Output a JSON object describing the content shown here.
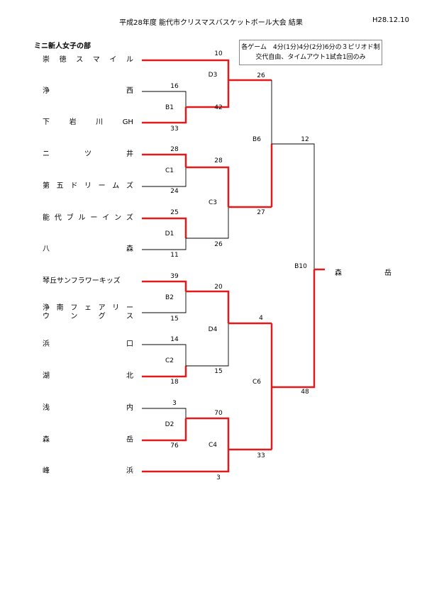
{
  "header": {
    "title": "平成28年度 能代市クリスマスバスケットボール大会 結果",
    "date": "H28.12.10"
  },
  "division": "ミニ新人女子の部",
  "rules": {
    "line1": "各ゲーム　4分(1分)4分(2分)6分の３ピリオド制",
    "line2": "交代自由、タイムアウト1試合1回のみ"
  },
  "teams": [
    {
      "chars": [
        "崇",
        "徳",
        "ス",
        "マ",
        "イ",
        "ル"
      ]
    },
    {
      "chars": [
        "浄",
        "西"
      ]
    },
    {
      "chars": [
        "下",
        "岩",
        "川",
        "GH"
      ]
    },
    {
      "chars": [
        "ニ",
        "ツ",
        "井"
      ]
    },
    {
      "chars": [
        "第",
        "五",
        "ド",
        "リ",
        "ー",
        "ム",
        "ズ"
      ]
    },
    {
      "chars": [
        "能",
        "代",
        "ブ",
        "ル",
        "ー",
        "イ",
        "ン",
        "ズ"
      ]
    },
    {
      "chars": [
        "八",
        "森"
      ]
    },
    {
      "chars": [
        "琴丘サンフラワーキッズ"
      ]
    },
    {
      "chars": [
        "浄",
        "南",
        "フ",
        "ェ",
        "ア",
        "リ",
        "ー"
      ],
      "chars2": [
        "ウ",
        "ン",
        "グ",
        "ス"
      ]
    },
    {
      "chars": [
        "浜",
        "口"
      ]
    },
    {
      "chars": [
        "湖",
        "北"
      ]
    },
    {
      "chars": [
        "浅",
        "内"
      ]
    },
    {
      "chars": [
        "森",
        "岳"
      ]
    },
    {
      "chars": [
        "峰",
        "浜"
      ]
    }
  ],
  "winner": {
    "chars": [
      "森",
      "岳"
    ]
  },
  "games": [
    "D3",
    "B1",
    "C1",
    "D1",
    "C3",
    "B6",
    "B2",
    "C2",
    "D4",
    "D2",
    "C4",
    "C6",
    "B10"
  ],
  "scores": [
    "10",
    "16",
    "33",
    "42",
    "26",
    "28",
    "24",
    "28",
    "25",
    "11",
    "26",
    "27",
    "12",
    "39",
    "15",
    "20",
    "14",
    "18",
    "15",
    "4",
    "3",
    "76",
    "70",
    "3",
    "33",
    "48"
  ]
}
